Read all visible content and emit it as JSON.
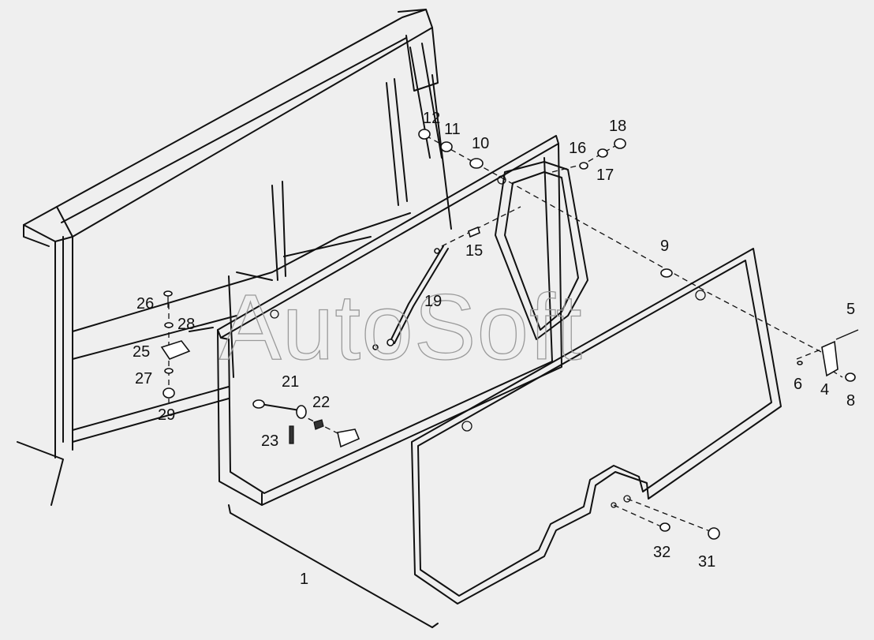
{
  "watermark": "AutoSoft",
  "callouts": [
    {
      "id": "c1",
      "text": "1"
    },
    {
      "id": "c4",
      "text": "4"
    },
    {
      "id": "c5",
      "text": "5"
    },
    {
      "id": "c6",
      "text": "6"
    },
    {
      "id": "c8",
      "text": "8"
    },
    {
      "id": "c9",
      "text": "9"
    },
    {
      "id": "c10",
      "text": "10"
    },
    {
      "id": "c11",
      "text": "11"
    },
    {
      "id": "c12",
      "text": "12"
    },
    {
      "id": "c15",
      "text": "15"
    },
    {
      "id": "c16",
      "text": "16"
    },
    {
      "id": "c17",
      "text": "17"
    },
    {
      "id": "c18",
      "text": "18"
    },
    {
      "id": "c19",
      "text": "19"
    },
    {
      "id": "c21",
      "text": "21"
    },
    {
      "id": "c22",
      "text": "22"
    },
    {
      "id": "c23",
      "text": "23"
    },
    {
      "id": "c25",
      "text": "25"
    },
    {
      "id": "c26",
      "text": "26"
    },
    {
      "id": "c27",
      "text": "27"
    },
    {
      "id": "c28",
      "text": "28"
    },
    {
      "id": "c29",
      "text": "29"
    },
    {
      "id": "c31",
      "text": "31"
    },
    {
      "id": "c32",
      "text": "32"
    }
  ]
}
